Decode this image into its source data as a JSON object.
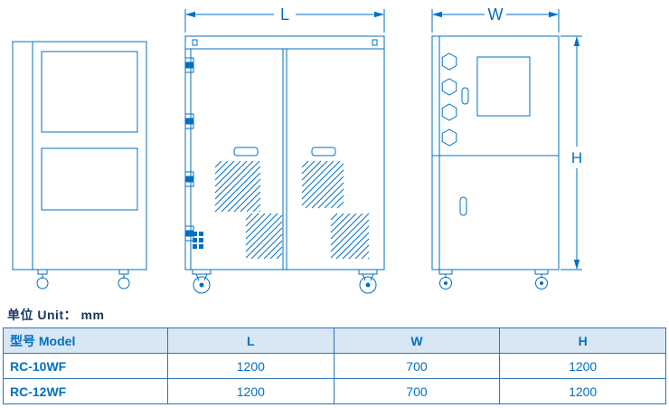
{
  "drawing": {
    "dim_l": "L",
    "dim_w": "W",
    "dim_h": "H"
  },
  "unit_label": "单位 Unit： mm",
  "table": {
    "headers": [
      "型号 Model",
      "L",
      "W",
      "H"
    ],
    "rows": [
      {
        "model": "RC-10WF",
        "l": "1200",
        "w": "700",
        "h": "1200"
      },
      {
        "model": "RC-12WF",
        "l": "1200",
        "w": "700",
        "h": "1200"
      }
    ]
  },
  "colors": {
    "line_blue": "#0070C0",
    "table_border": "#2E75B6",
    "table_header_bg": "#D9E6F4",
    "table_text": "#0070C0",
    "unit_text": "#17375E"
  }
}
